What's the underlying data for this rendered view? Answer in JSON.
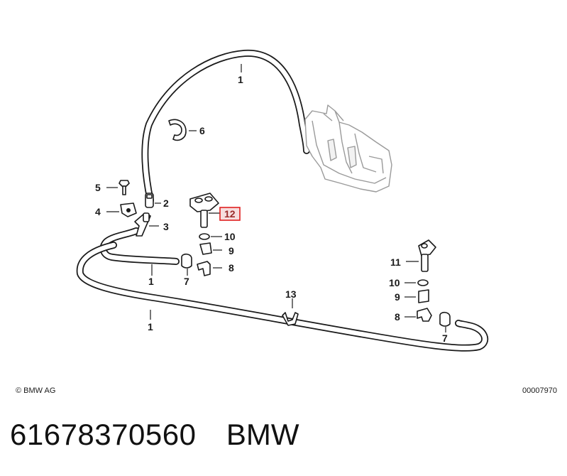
{
  "diagram": {
    "callouts": {
      "c1_top": "1",
      "c1_mid": "1",
      "c1_low": "1",
      "c2": "2",
      "c3": "3",
      "c4": "4",
      "c5": "5",
      "c6": "6",
      "c7_left": "7",
      "c7_right": "7",
      "c8_left": "8",
      "c8_right": "8",
      "c9_left": "9",
      "c9_right": "9",
      "c10_left": "10",
      "c10_right": "10",
      "c11": "11",
      "c12": "12",
      "c13": "13"
    },
    "highlight_color": "#e02020",
    "copyright": "© BMW AG",
    "diagram_code": "00007970"
  },
  "part_number": "61678370560",
  "brand": "BMW"
}
